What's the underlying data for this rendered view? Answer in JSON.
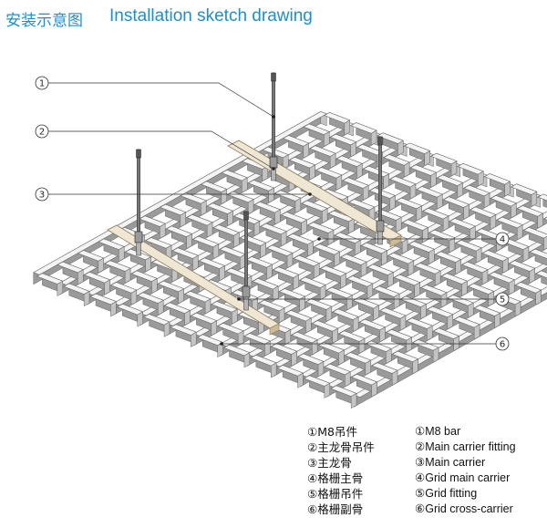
{
  "title": {
    "cn": "安装示意图",
    "en": "Installation sketch drawing"
  },
  "callouts": [
    "1",
    "2",
    "3",
    "4",
    "5",
    "6"
  ],
  "legend": [
    {
      "num": "①",
      "cn": "M8吊件",
      "en": "M8 bar"
    },
    {
      "num": "②",
      "cn": "主龙骨吊件",
      "en": "Main carrier fitting"
    },
    {
      "num": "③",
      "cn": "主龙骨",
      "en": "Main carrier"
    },
    {
      "num": "④",
      "cn": "格栅主骨",
      "en": "Grid main carrier"
    },
    {
      "num": "⑤",
      "cn": "格栅吊件",
      "en": "Grid fitting"
    },
    {
      "num": "⑥",
      "cn": "格栅副骨",
      "en": "Grid cross-carrier"
    }
  ],
  "colors": {
    "accent": "#1c8fd0",
    "grid_top": "#f4f4f4",
    "grid_side": "#9a9a9a",
    "carrier": "#efe6d3",
    "rod": "#555555"
  }
}
